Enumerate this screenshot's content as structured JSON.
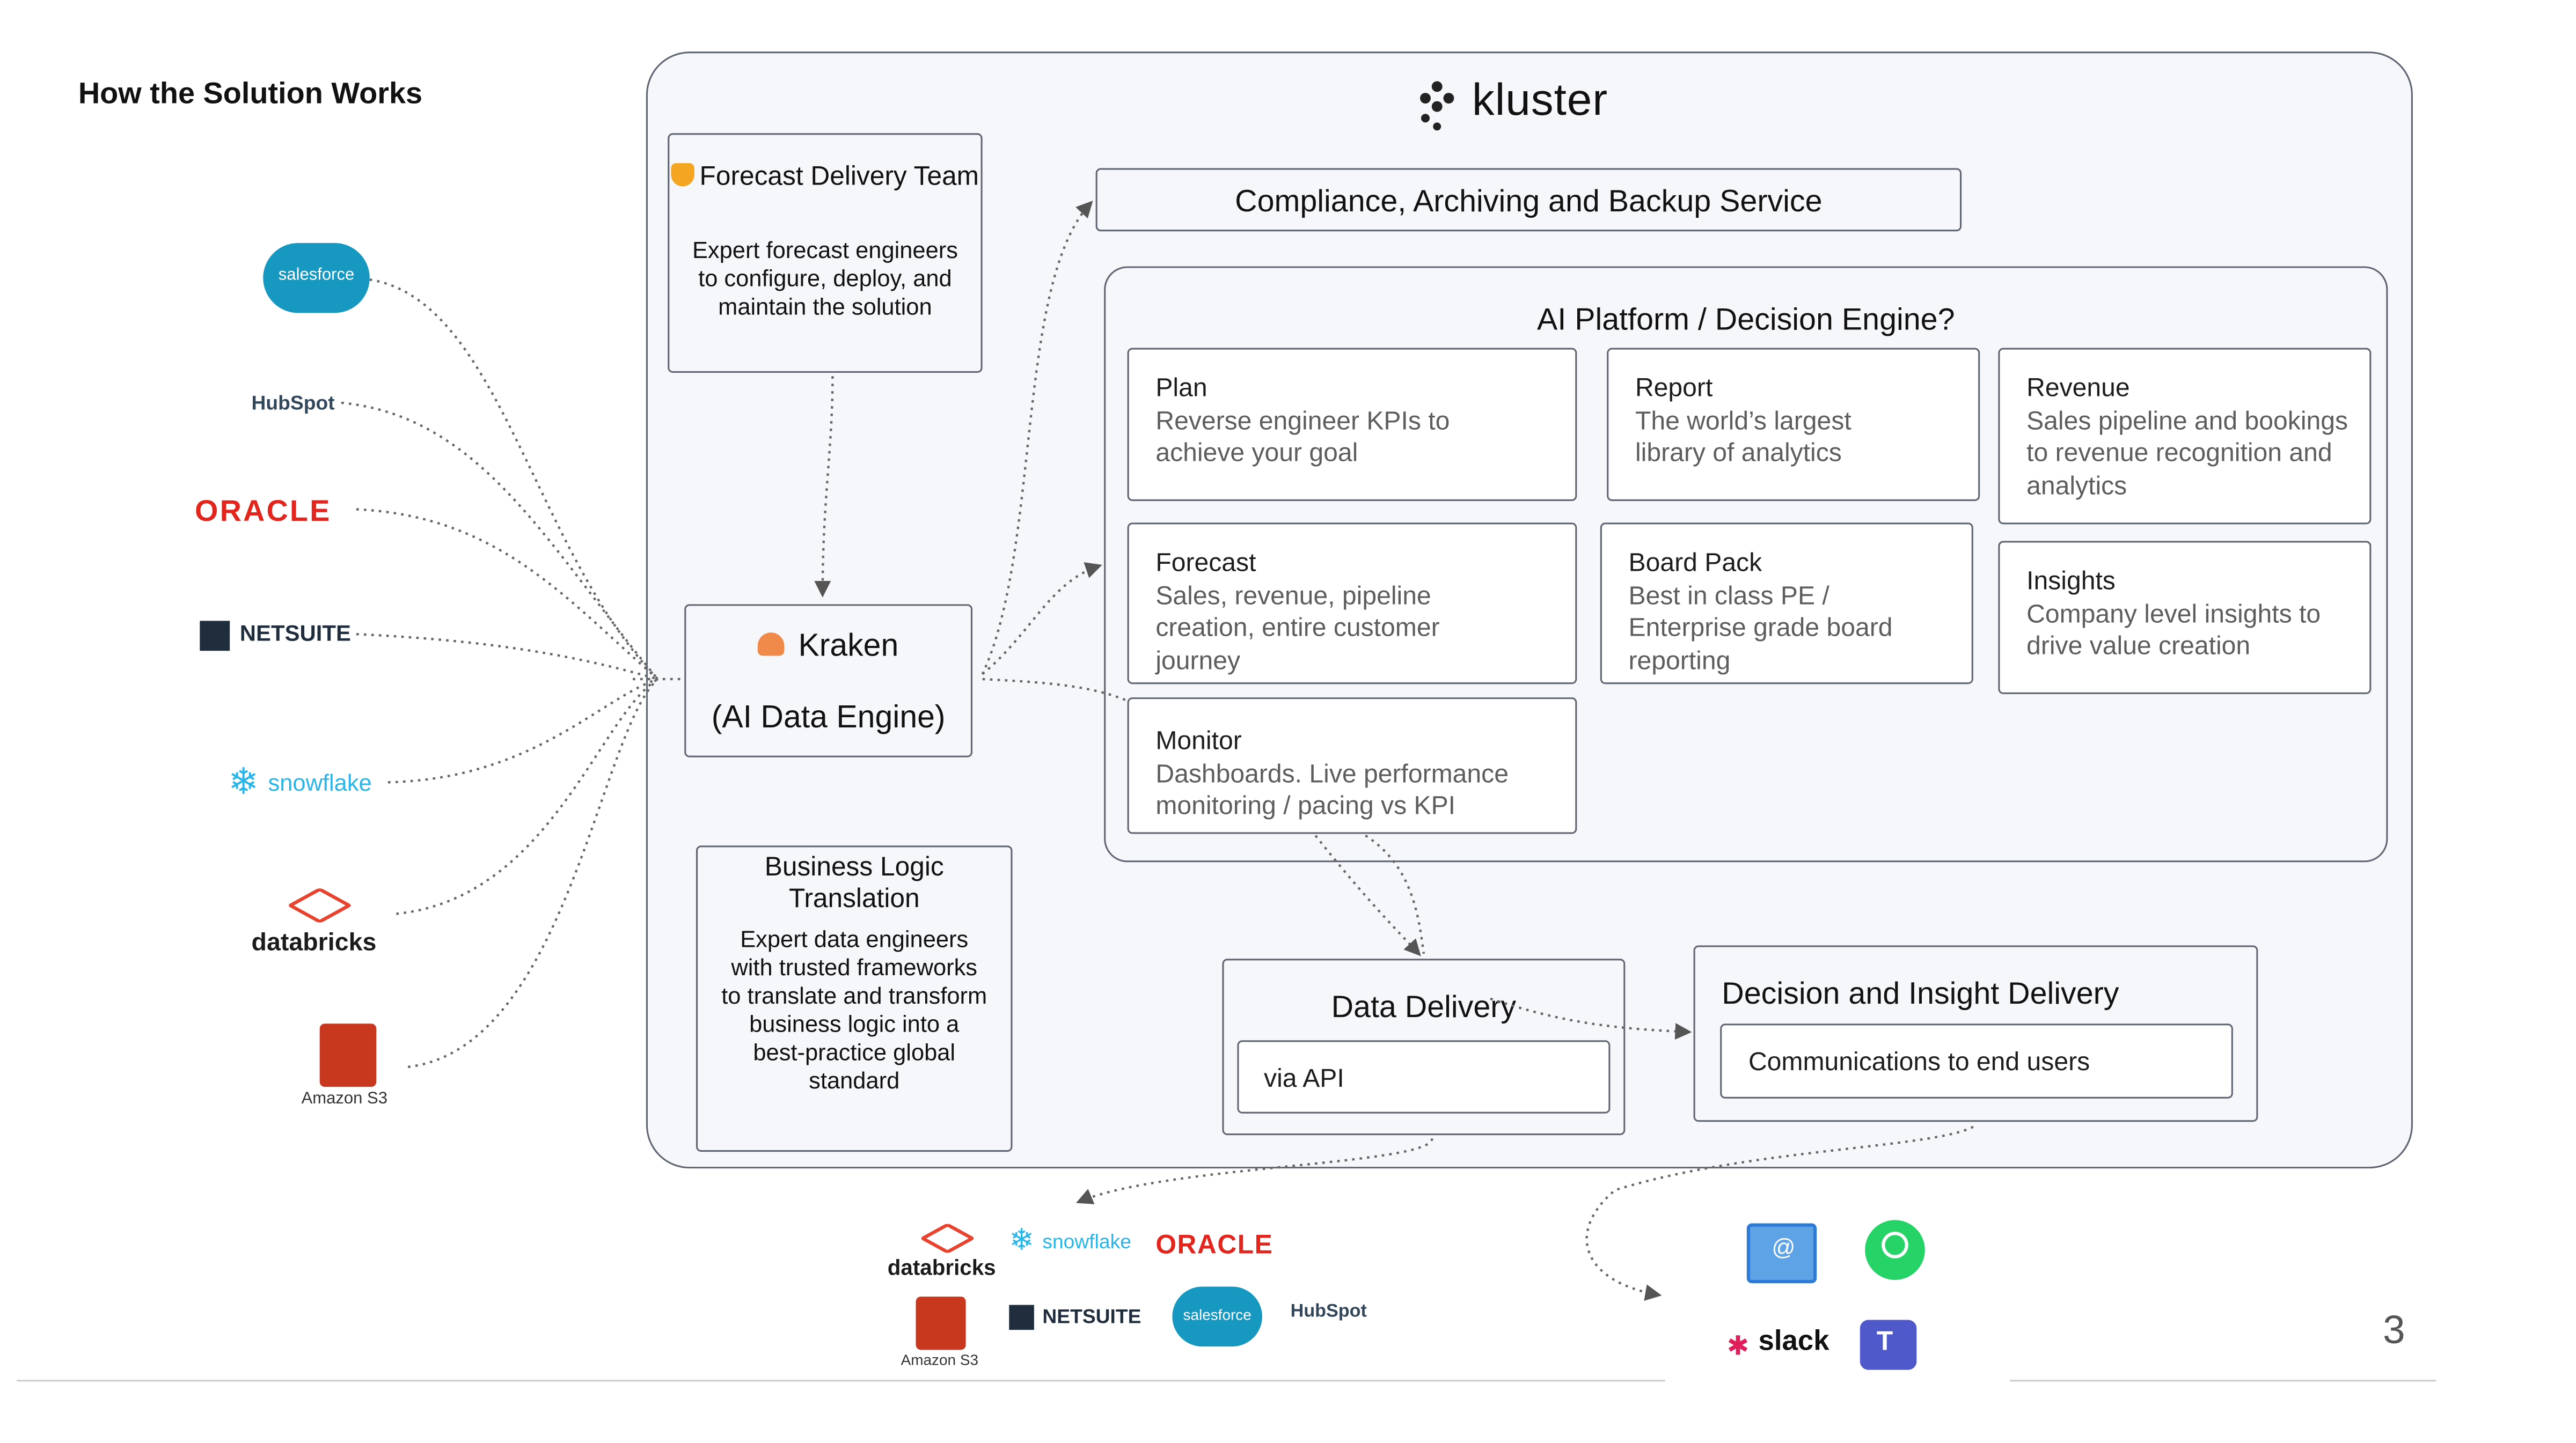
{
  "page": {
    "title": "How the Solution Works",
    "page_number": "3"
  },
  "brand": {
    "name": "kluster"
  },
  "forecast_team": {
    "title": "Forecast Delivery Team",
    "desc": "Expert forecast engineers to configure, deploy, and maintain the solution"
  },
  "kraken": {
    "title": "Kraken",
    "subtitle": "(AI Data Engine)"
  },
  "business_logic": {
    "title": "Business Logic Translation",
    "desc": "Expert data engineers with trusted frameworks to translate and transform business logic into a best-practice global standard"
  },
  "compliance": {
    "title": "Compliance, Archiving and Backup Service"
  },
  "platform": {
    "title": "AI Platform / Decision Engine?",
    "cards": [
      {
        "title": "Plan",
        "desc": "Reverse engineer KPIs to achieve your goal"
      },
      {
        "title": "Report",
        "desc": "The world’s largest library of analytics"
      },
      {
        "title": "Revenue",
        "desc": "Sales pipeline and bookings to revenue recognition and analytics"
      },
      {
        "title": "Forecast",
        "desc": "Sales, revenue, pipeline creation, entire customer journey"
      },
      {
        "title": "Board Pack",
        "desc": "Best in class PE / Enterprise grade board reporting"
      },
      {
        "title": "Insights",
        "desc": "Company level insights to drive value creation"
      },
      {
        "title": "Monitor",
        "desc": "Dashboards. Live performance monitoring / pacing vs KPI"
      }
    ]
  },
  "data_delivery": {
    "title": "Data Delivery",
    "method": "via API"
  },
  "decision_delivery": {
    "title": "Decision and Insight Delivery",
    "method": "Communications to end users"
  },
  "sources": {
    "salesforce": "salesforce",
    "hubspot": "HubSpot",
    "oracle": "ORACLE",
    "netsuite": "NETSUITE",
    "snowflake": "snowflake",
    "databricks": "databricks",
    "amazon_s3": "Amazon S3"
  },
  "channels": {
    "slack": "slack"
  },
  "icons": [
    "salesforce-logo-icon",
    "hubspot-logo-icon",
    "oracle-logo-icon",
    "netsuite-logo-icon",
    "snowflake-logo-icon",
    "databricks-logo-icon",
    "amazon-s3-logo-icon",
    "kluster-logo-icon",
    "shield-icon",
    "octopus-icon",
    "email-icon",
    "whatsapp-icon",
    "slack-icon",
    "teams-icon"
  ],
  "colors": {
    "salesforce": "#1798c1",
    "oracle": "#e3261d",
    "snowflake": "#29b5e8",
    "databricks": "#e8432e",
    "amazon_s3": "#c7381f",
    "teams": "#5059c9",
    "whatsapp": "#25d366",
    "email": "#2d7bd6",
    "border": "#5f6672",
    "panel": "#f6f7fa"
  }
}
